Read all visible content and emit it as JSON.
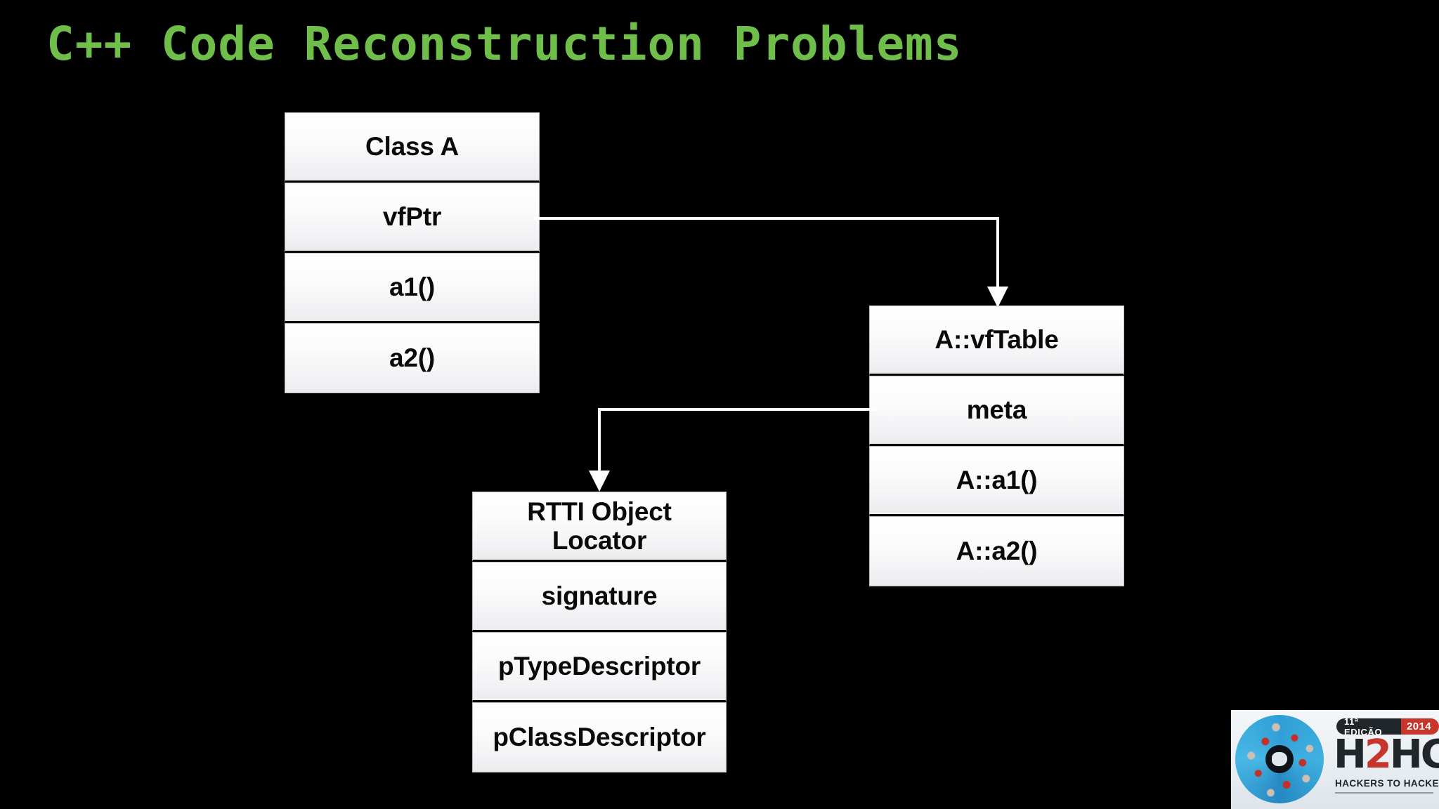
{
  "slide": {
    "title": "C++ Code Reconstruction Problems",
    "title_color": "#6fbe4a",
    "background_color": "#000000"
  },
  "diagram": {
    "connector_color": "#ffffff",
    "tables": [
      {
        "id": "class-a",
        "rows": [
          {
            "label": "Class A"
          },
          {
            "label": "vfPtr"
          },
          {
            "label": "a1()"
          },
          {
            "label": "a2()"
          }
        ]
      },
      {
        "id": "vftable",
        "rows": [
          {
            "label": "A::vfTable"
          },
          {
            "label": "meta"
          },
          {
            "label": "A::a1()"
          },
          {
            "label": "A::a2()"
          }
        ]
      },
      {
        "id": "rtti",
        "rows": [
          {
            "label": "RTTI Object Locator"
          },
          {
            "label": "signature"
          },
          {
            "label": "pTypeDescriptor"
          },
          {
            "label": "pClassDescriptor"
          }
        ]
      }
    ],
    "connectors": [
      {
        "id": "vfptr-to-vftable",
        "from": "vfPtr",
        "to": "A::vfTable",
        "arrowhead": "down"
      },
      {
        "id": "meta-to-rtti",
        "from": "meta",
        "to": "RTTI Object Locator",
        "arrowhead": "down"
      }
    ]
  },
  "logo": {
    "edition_label": "11ª EDIÇÃO",
    "edition_year": "2014",
    "wordmark_h": "H",
    "wordmark_2": "2",
    "wordmark_hc": "HC",
    "tagline": "HACKERS TO HACKERS CONFERENCE"
  }
}
